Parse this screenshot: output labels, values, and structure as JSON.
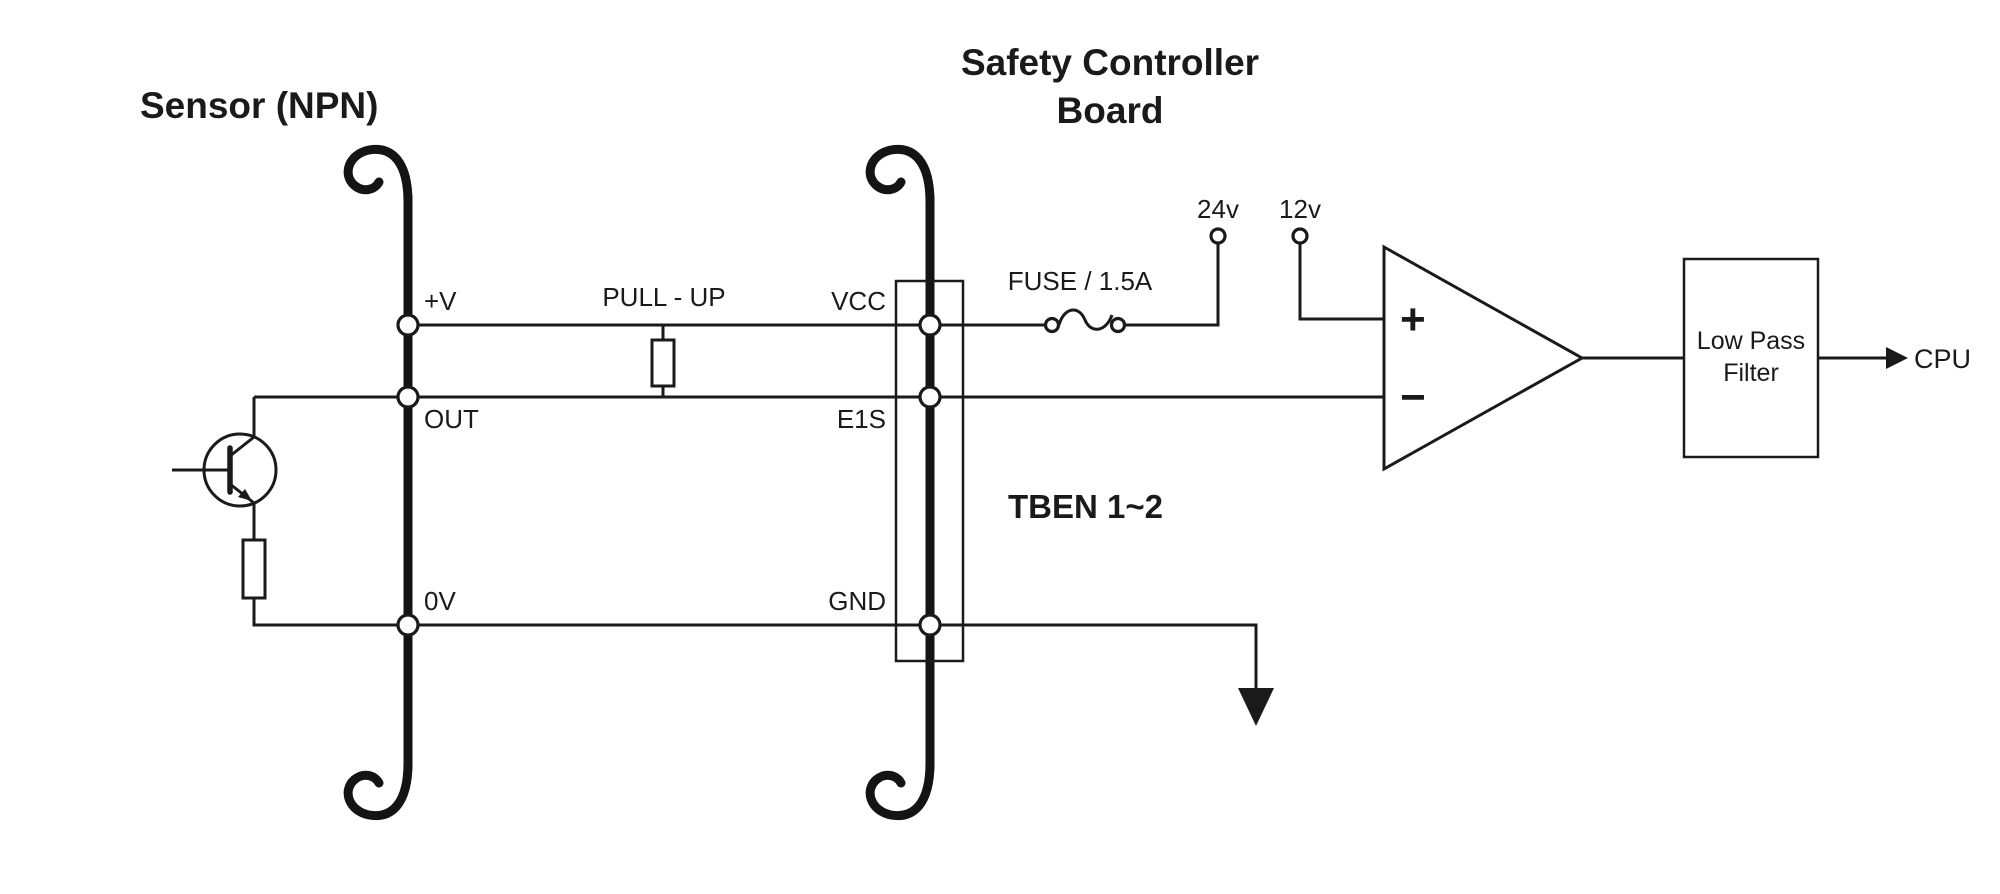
{
  "colors": {
    "ink": "#1a1a1a",
    "background": "#ffffff"
  },
  "diagram": {
    "sensor": {
      "title": "Sensor (NPN)",
      "pins": {
        "v_plus": "+V",
        "out": "OUT",
        "zero_v": "0V"
      }
    },
    "controller": {
      "title_line1": "Safety Controller",
      "title_line2": "Board",
      "pins": {
        "vcc": "VCC",
        "e1s": "E1S",
        "gnd": "GND"
      },
      "connector_label": "TBEN 1~2"
    },
    "pullup_label": "PULL - UP",
    "fuse_label": "FUSE / 1.5A",
    "rails": {
      "v24": "24v",
      "v12": "12v"
    },
    "comparator": {
      "plus": "+",
      "minus": "−"
    },
    "low_pass_filter": {
      "line1": "Low Pass",
      "line2": "Filter"
    },
    "cpu_label": "CPU"
  }
}
